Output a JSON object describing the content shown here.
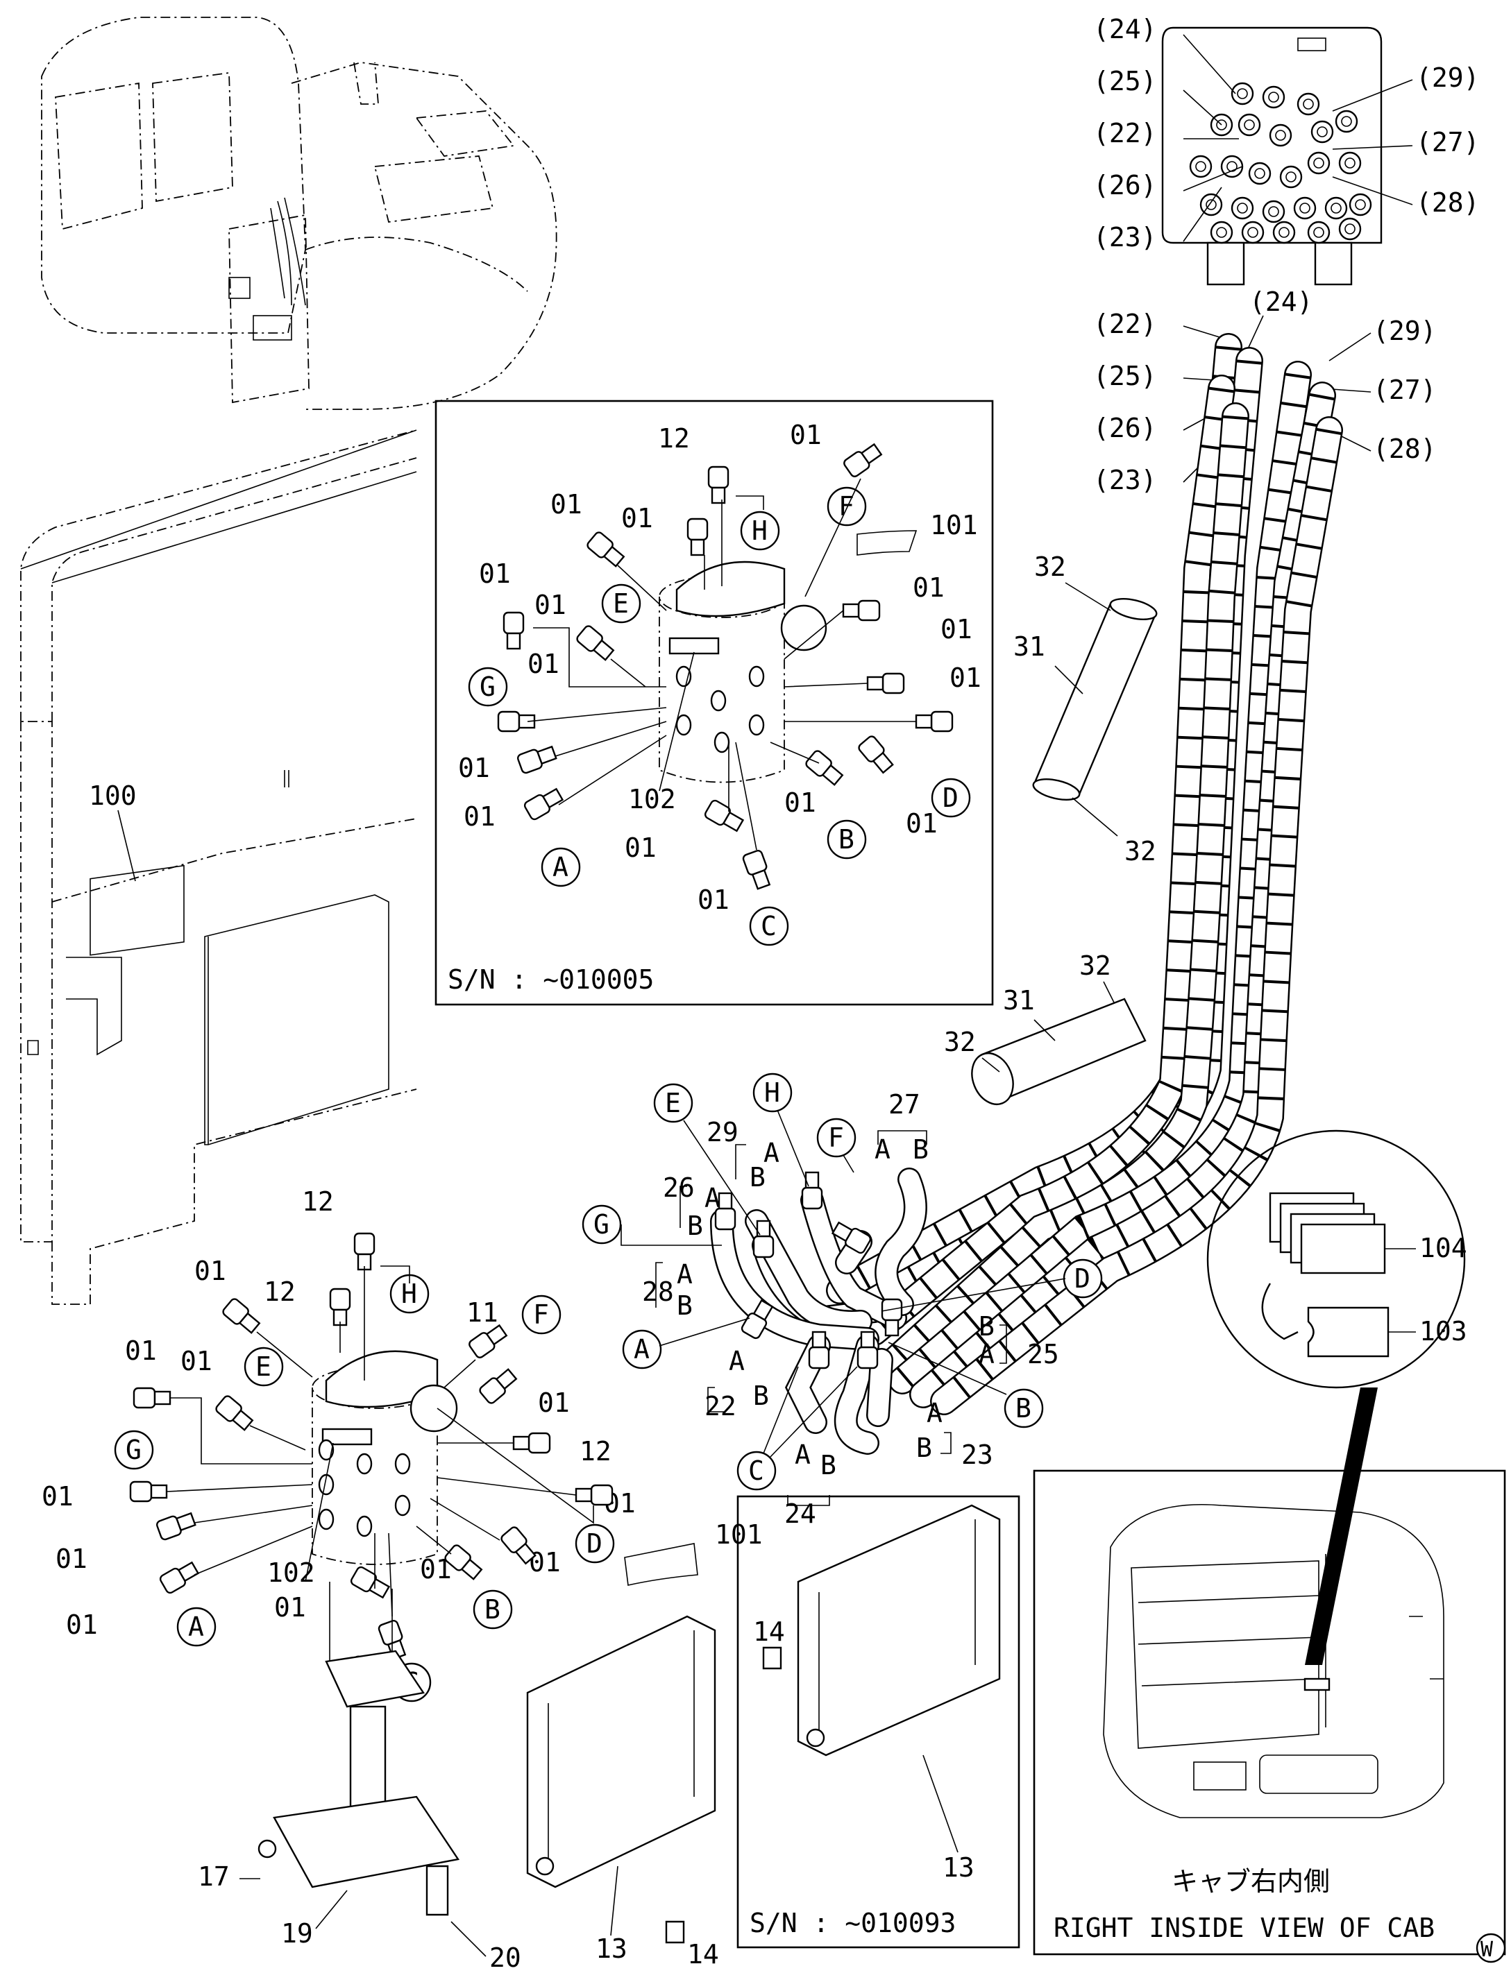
{
  "header_labels": {
    "top_valve": [
      "(24)",
      "(25)",
      "(22)",
      "(26)",
      "(23)",
      "(29)",
      "(27)",
      "(28)"
    ],
    "hose_ends": [
      "(22)",
      "(24)",
      "(25)",
      "(26)",
      "(23)",
      "(29)",
      "(27)",
      "(28)"
    ]
  },
  "inset_main": {
    "serial": "S/N :   ~010005",
    "labels": [
      "12",
      "01",
      "01",
      "01",
      "01",
      "01",
      "01",
      "01",
      "01",
      "01",
      "01",
      "01",
      "01",
      "01",
      "101",
      "102"
    ],
    "ports": [
      "H",
      "F",
      "E",
      "G",
      "D",
      "B",
      "A",
      "C"
    ]
  },
  "guard": {
    "labels": [
      "31",
      "32",
      "32",
      "31",
      "32",
      "32"
    ]
  },
  "body": {
    "label_100": "100"
  },
  "swivel_lower": {
    "labels": [
      "12",
      "12",
      "11",
      "01",
      "01",
      "01",
      "01",
      "12",
      "01",
      "01",
      "01",
      "01",
      "01",
      "01",
      "01",
      "102",
      "101",
      "17",
      "19",
      "20"
    ],
    "ports": [
      "H",
      "F",
      "E",
      "G",
      "D",
      "B",
      "A",
      "C"
    ]
  },
  "hoses": {
    "labels": [
      "29",
      "27",
      "26",
      "28",
      "22",
      "25",
      "23",
      "24"
    ],
    "ports": [
      "E",
      "H",
      "F",
      "G",
      "D",
      "A",
      "C",
      "B"
    ],
    "ab": [
      "A",
      "B"
    ]
  },
  "covers": {
    "labels": [
      "13",
      "14",
      "14",
      "13"
    ],
    "serial": "S/N :   ~010093"
  },
  "cab_inset": {
    "jp_caption": "キャブ右内側",
    "en_caption": "RIGHT INSIDE VIEW OF CAB",
    "callouts": [
      "104",
      "103"
    ]
  },
  "corner_mark": "W"
}
